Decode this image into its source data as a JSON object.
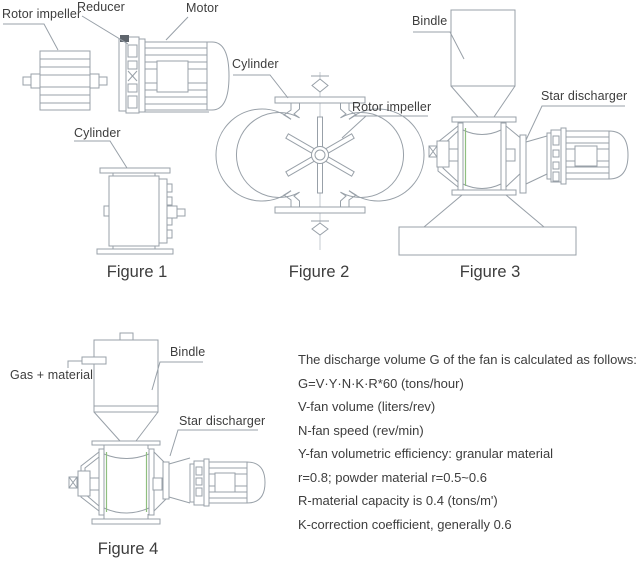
{
  "figures": {
    "fig1": {
      "caption": "Figure 1",
      "labels": {
        "rotor_impeller": "Rotor impeller",
        "reducer": "Reducer",
        "motor": "Motor",
        "cylinder": "Cylinder"
      }
    },
    "fig2": {
      "caption": "Figure 2",
      "labels": {
        "cylinder": "Cylinder",
        "rotor_impeller": "Rotor impeller"
      }
    },
    "fig3": {
      "caption": "Figure 3",
      "labels": {
        "bindle": "Bindle",
        "star_discharger": "Star discharger"
      }
    },
    "fig4": {
      "caption": "Figure 4",
      "labels": {
        "gas_material": "Gas + material",
        "bindle": "Bindle",
        "star_discharger": "Star discharger"
      }
    }
  },
  "info": {
    "lines": [
      "The discharge volume G of the fan is calculated as follows:",
      "G=V·Y·N·K·R*60 (tons/hour)",
      "V-fan volume (liters/rev)",
      "N-fan speed (rev/min)",
      "Y-fan volumetric efficiency: granular material",
      "r=0.8; powder material r=0.5~0.6",
      "R-material capacity is 0.4 (tons/m')",
      "K-correction coefficient, generally 0.6"
    ]
  },
  "colors": {
    "line": "#98a0a8",
    "text": "#3d3d3d",
    "accent_green": "#8fbf7f",
    "background": "#ffffff"
  }
}
